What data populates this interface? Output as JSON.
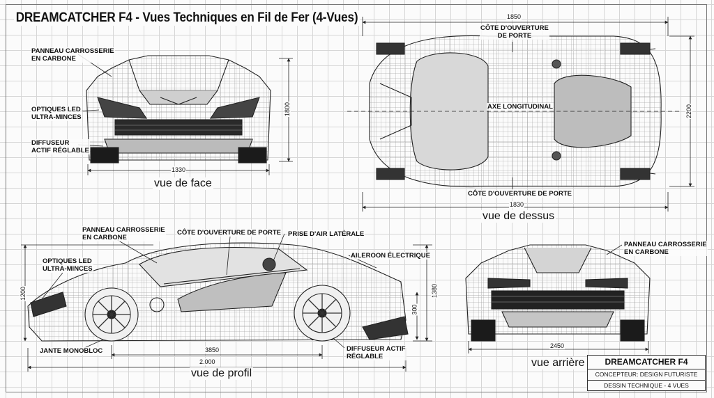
{
  "title": "DREAMCATCHER F4 - Vues Techniques en Fil de Fer (4-Vues)",
  "views": {
    "front": "vue de face",
    "top": "vue de dessus",
    "side": "vue de profil",
    "rear": "vue arrière"
  },
  "labels": {
    "front_panel": "PANNEAU CARROSSERIE\nEN CARBONE",
    "front_led": "OPTIQUES LED\nULTRA-MINCES",
    "front_diffuser": "DIFFUSEUR\nACTIF RÉGLABLE",
    "top_door_side_top": "CÔTE D'OUVERTURE\nDE PORTE",
    "top_axis": "AXE LONGITUDINAL",
    "top_door_side_bottom": "CÔTE D'OUVERTURE DE PORTE",
    "side_panel": "PANNEAU CARROSSERIE\nEN CARBONE",
    "side_door": "CÔTE D'OUVERTURE DE PORTE",
    "side_intake": "PRISE D'AIR LATÉRALE",
    "side_aileron": "AILEROON ÉLECTRIQUE",
    "side_led": "OPTIQUES LED\nULTRA-MINCES",
    "side_rim": "JANTE MONOBLOC",
    "side_diffuser": "DIFFUSEUR ACTIF\nRÉGLABLE",
    "rear_panel": "PANNEAU CARROSSERIE\nEN CARBONE"
  },
  "dimensions": {
    "front_width": "1330",
    "front_height": "1800",
    "top_length_upper": "1850",
    "top_length_lower": "1830",
    "top_width": "2200",
    "side_wheelbase": "3850",
    "side_length": "2.000",
    "side_height_left": "1200",
    "side_height_right": "1380",
    "side_height_inner": "300",
    "rear_width": "2450"
  },
  "title_block": {
    "name": "DREAMCATCHER F4",
    "designer": "CONCEPTEUR: DESIGN FUTURISTE",
    "drawing": "DESSIN TECHNIQUE - 4 VUES"
  }
}
